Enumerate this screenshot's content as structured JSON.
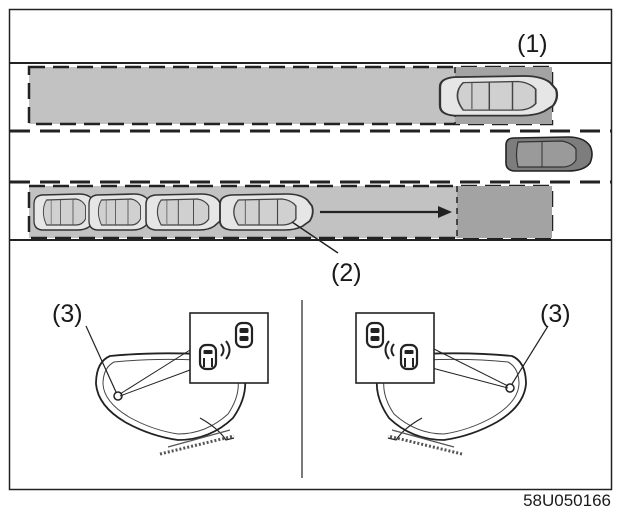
{
  "figure": {
    "image_code": "58U050166",
    "callouts": {
      "lane_change_zone": "(1)",
      "approaching_vehicle_zone": "(2)",
      "mirror_indicator_left": "(3)",
      "mirror_indicator_right": "(3)"
    },
    "colors": {
      "outline": "#222222",
      "zone_fill": "#bdbdbd",
      "zone_fill_dark": "#9c9c9c",
      "car_body": "#e0e0e0",
      "car_dark": "#7d7d7d"
    },
    "icons": [
      "car-icon",
      "radar-wave-icon",
      "side-mirror-icon",
      "arrow-right-icon"
    ]
  }
}
